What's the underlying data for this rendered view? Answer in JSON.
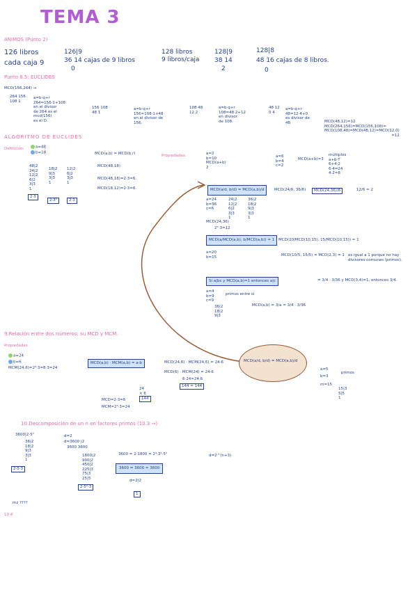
{
  "title": "TEMA 3",
  "repaso": {
    "heading": "ANIMOS (Punto 2)",
    "line1": "126 libros",
    "line2": "cada caja 9",
    "div1_top": "126|9",
    "div1_mid": "36 14 cajas de 9 libros",
    "div1_bot": "0",
    "sep1": "128 libros",
    "sep2": "9 libros/caja",
    "div2_top": "128|9",
    "div2_mid": "38 14",
    "div2_bot": "2",
    "div3_top": "128|8",
    "div3_mid": "48 16 cajas de 8 libros.",
    "div3_bot": "0"
  },
  "euclides": {
    "heading": "Punto 8.5: EUCLIDES",
    "mcd_line": "MCD(156,264) →",
    "ex1": [
      "264 156",
      "108 1",
      "a=b·q+r",
      "264=156·1+108",
      "en el divisor",
      "de 264 es el",
      "mcd(156)",
      "es el D."
    ],
    "ex2": [
      "156 108",
      "48 1",
      "a=b·q+r",
      "156=108·1+48",
      "en el divisor de",
      "156."
    ],
    "ex3": [
      "108 48",
      "12 2",
      "a=b·q+r",
      "108=48·2+12",
      "en divisor",
      "de 108."
    ],
    "ex4": [
      "48 12",
      "0 4",
      "a=b·q+r",
      "48=12·4+0",
      "es divisor de",
      "48."
    ],
    "result1": "MCD(48,12)=12",
    "result2": "MCD(264,156)=MCD(156,108)=",
    "result3": "MCD(108,48)=MCD(48,12)=MCD(12,0)",
    "result4": "=12"
  },
  "algoritmo": {
    "heading": "ALGORITMO DE EUCLIDES",
    "def_label": "Definición:",
    "a_val": "a=48",
    "b_val": "b=18",
    "col1": [
      "48|2",
      "24|2",
      "12|2",
      "6|2",
      "3|3",
      "1"
    ],
    "col2": [
      "18|2",
      "9|3",
      "3|3",
      "1"
    ],
    "col3": [
      "12|2",
      "6|2",
      "3|3",
      "1"
    ],
    "f1": "2·3",
    "f2": "2·3²",
    "f3": "2·3",
    "mcd_rule": "MCD(a,b) = MCD(b,r)",
    "mcd_1": "MCD(48,18)",
    "mcd_2": "MCD(48,18)=2·3=6.",
    "mcd_3": "MCD(18,12)=2·3=6.",
    "prop_label": "Propiedades:",
    "prop1_a": "a=2",
    "prop1_b": "b=10",
    "prop1_mcd": "MCD(a+b)",
    "prop1_val": "2",
    "prop2_a": "a=6",
    "prop2_b": "b=4",
    "prop2_c": "c=2",
    "prop2_text": "MCD(a+b)=3",
    "prop2_side": [
      "múltiplos",
      "a+b·T",
      "6+4·2",
      "6·4=24",
      "4·2=8"
    ],
    "frac_eq": "MCD(a/d, b/d) = MCD(a,b)/d",
    "frac_num": "MCD(24/6, 36/6)",
    "frac_res": "MCD(24,36)/6",
    "frac_final": "12/6 = 2",
    "prop3_a": "a=24",
    "prop3_b": "b=36",
    "prop3_c": "c=6",
    "col4": [
      "24|2",
      "12|2",
      "6|2",
      "3|3",
      "1"
    ],
    "col5": [
      "36|2",
      "18|2",
      "9|3",
      "3|3",
      "1"
    ],
    "mcd_24_36": "MCD(24,36)",
    "mcd_24_36_val": "2²·3=12",
    "prop4_eq": "MCD(a/MCD(a,b), b/MCD(a,b)) = 1",
    "prop4_a": "a=20",
    "prop4_b": "b=15",
    "prop4_rhs": "MCD(20/MCD(10,15), 15/MCD(10,15)) = 1",
    "prop4_calc": "MCD(10/5, 15/5) = MCD(2,3) = 1",
    "prop4_note": "es igual a 1 porque no hay divisores comunes (primos).",
    "prop5": "Si a|bc y MCD(a,b)=1 entonces a|c",
    "prop5_ex": "= 3/4 · 3/36 y MCD(3,4)=1, entonces 3/4.",
    "prop5_vals": [
      "a=4",
      "b=9",
      "c=9"
    ],
    "prop5_note": "primos entre sí",
    "prop5_calc": "MCD(a,b) = 3/a = 3/4 · 3/36",
    "prop5_col": [
      "36|2",
      "18|2",
      "9|3"
    ]
  },
  "relacion": {
    "heading": "9.Relación entre dos números: su MCD y MCM.",
    "prop_label": "Propiedades",
    "a_val": "a=24",
    "b_val": "b=6",
    "mcm_line": "MCM(24,6)=2³·3=8·3=24",
    "eq": "MCD(a,b) · MCM(a,b) = a·b",
    "eq_ex": "MCD(24,6) · MCM(24,6) = 24·6",
    "mcd6": "MCD(6) · MCM(24) = 24·6",
    "mcd6_b": "6·24=24·6",
    "mcd6_c": "144 = 144",
    "mult_top": "24",
    "mult_mid": "× 6",
    "mult_res": "144",
    "mcd_line": "MCD=2·3=6",
    "mcm_line2": "MCM=2³·3=24",
    "circle_eq": "MCD(a/d, b/d) = MCD(a,b)/d",
    "right_a": "a=5",
    "right_b": "b=3",
    "right_primos": "primos",
    "right_m": "m=15",
    "right_col": [
      "15|3",
      "5|5",
      "1"
    ]
  },
  "descomp": {
    "heading": "10.Descomposición de un n en factores primos (10.3 →)",
    "main_num": "3600|2·5²",
    "col": [
      "36|2",
      "18|2",
      "9|3",
      "3|3",
      "1"
    ],
    "f_box": "2·5·3",
    "d_line": "d=2",
    "d_div": "d=3600 |2",
    "d_div2": "3600 3600",
    "eq1": "3600 = 2·1800 = 2⁴·3²·5²",
    "eq2": "3600 = 3600 = 3600",
    "d_exp": "d=2^(n+3)",
    "f_col": [
      "1800|2",
      "900|2",
      "450|2",
      "225|3",
      "75|3",
      "25|5"
    ],
    "f_box2": "2·5²·3",
    "d_tail": "d=2|2",
    "d_tail2": "1",
    "mz": "mz ????",
    "footer": "10.4"
  }
}
